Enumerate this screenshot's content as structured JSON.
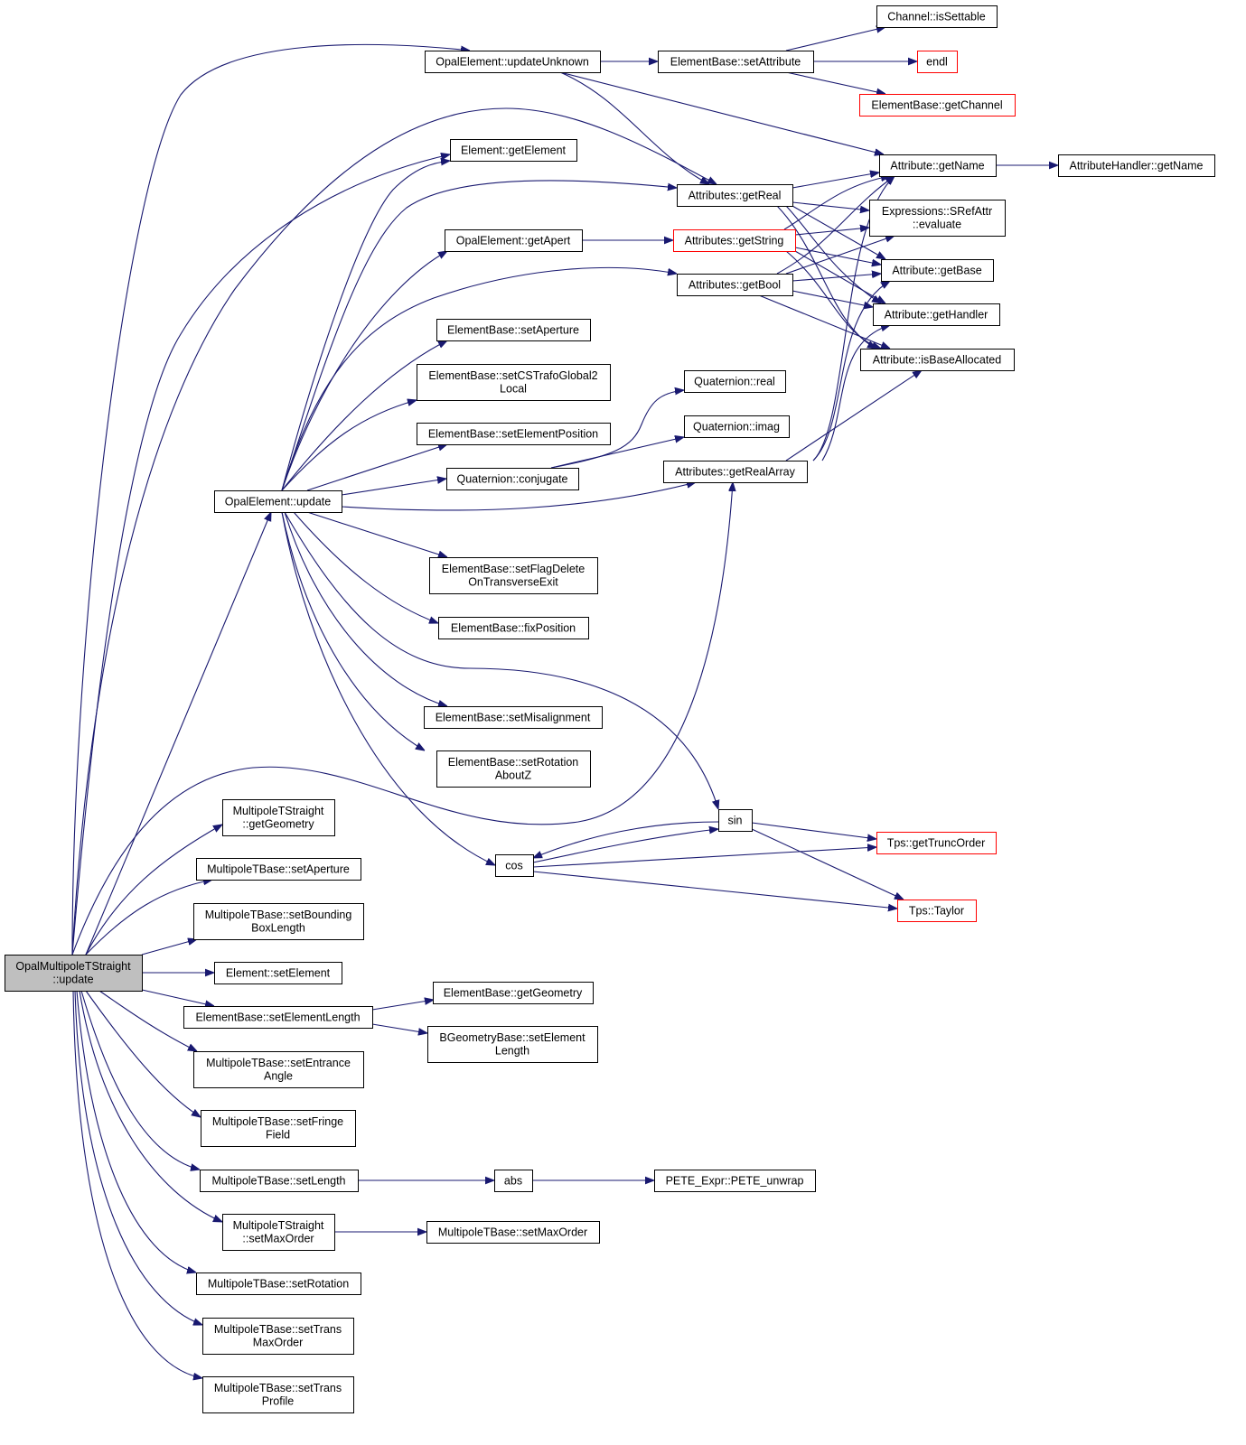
{
  "colors": {
    "edge": "#191970",
    "box_border": "#000000",
    "red_border": "#ff0000",
    "root_fill": "#bfbfbf",
    "background": "#ffffff"
  },
  "nodes": {
    "root": [
      "OpalMultipoleTStraight",
      "::update"
    ],
    "opal_update_unknown": [
      "OpalElement::updateUnknown"
    ],
    "eb_set_attribute": [
      "ElementBase::setAttribute"
    ],
    "channel_is_settable": [
      "Channel::isSettable"
    ],
    "endl": [
      "endl"
    ],
    "eb_get_channel": [
      "ElementBase::getChannel"
    ],
    "element_get_element": [
      "Element::getElement"
    ],
    "attributes_get_real": [
      "Attributes::getReal"
    ],
    "attribute_get_name": [
      "Attribute::getName"
    ],
    "attribute_handler_get_name": [
      "AttributeHandler::getName"
    ],
    "expressions_srefattr_evaluate": [
      "Expressions::SRefAttr",
      "::evaluate"
    ],
    "opal_get_apert": [
      "OpalElement::getApert"
    ],
    "attributes_get_string": [
      "Attributes::getString"
    ],
    "attribute_get_base": [
      "Attribute::getBase"
    ],
    "attributes_get_bool": [
      "Attributes::getBool"
    ],
    "attribute_get_handler": [
      "Attribute::getHandler"
    ],
    "eb_set_aperture": [
      "ElementBase::setAperture"
    ],
    "attribute_is_base_allocated": [
      "Attribute::isBaseAllocated"
    ],
    "eb_set_cstrafo": [
      "ElementBase::setCSTrafoGlobal2",
      "Local"
    ],
    "quaternion_real": [
      "Quaternion::real"
    ],
    "eb_set_element_position": [
      "ElementBase::setElementPosition"
    ],
    "quaternion_imag": [
      "Quaternion::imag"
    ],
    "attributes_get_real_array": [
      "Attributes::getRealArray"
    ],
    "quaternion_conjugate": [
      "Quaternion::conjugate"
    ],
    "opal_update": [
      "OpalElement::update"
    ],
    "eb_set_flag_delete": [
      "ElementBase::setFlagDelete",
      "OnTransverseExit"
    ],
    "eb_fix_position": [
      "ElementBase::fixPosition"
    ],
    "eb_set_misalignment": [
      "ElementBase::setMisalignment"
    ],
    "eb_set_rotation_aboutz": [
      "ElementBase::setRotation",
      "AboutZ"
    ],
    "mts_get_geometry": [
      "MultipoleTStraight",
      "::getGeometry"
    ],
    "sin": [
      "sin"
    ],
    "tps_get_trunc_order": [
      "Tps::getTruncOrder"
    ],
    "mtb_set_aperture": [
      "MultipoleTBase::setAperture"
    ],
    "cos": [
      "cos"
    ],
    "tps_taylor": [
      "Tps::Taylor"
    ],
    "mtb_set_bounding_box": [
      "MultipoleTBase::setBounding",
      "BoxLength"
    ],
    "element_set_element": [
      "Element::setElement"
    ],
    "eb_get_geometry": [
      "ElementBase::getGeometry"
    ],
    "eb_set_element_length": [
      "ElementBase::setElementLength"
    ],
    "bgeom_set_element_length": [
      "BGeometryBase::setElement",
      "Length"
    ],
    "mtb_set_entrance_angle": [
      "MultipoleTBase::setEntrance",
      "Angle"
    ],
    "mtb_set_fringe_field": [
      "MultipoleTBase::setFringe",
      "Field"
    ],
    "mtb_set_length": [
      "MultipoleTBase::setLength"
    ],
    "abs": [
      "abs"
    ],
    "pete_unwrap": [
      "PETE_Expr::PETE_unwrap"
    ],
    "mts_set_max_order": [
      "MultipoleTStraight",
      "::setMaxOrder"
    ],
    "mtb_set_max_order": [
      "MultipoleTBase::setMaxOrder"
    ],
    "mtb_set_rotation": [
      "MultipoleTBase::setRotation"
    ],
    "mtb_set_trans_max_order": [
      "MultipoleTBase::setTrans",
      "MaxOrder"
    ],
    "mtb_set_trans_profile": [
      "MultipoleTBase::setTrans",
      "Profile"
    ]
  },
  "red_nodes": [
    "endl",
    "eb_get_channel",
    "attributes_get_string",
    "tps_get_trunc_order",
    "tps_taylor"
  ]
}
